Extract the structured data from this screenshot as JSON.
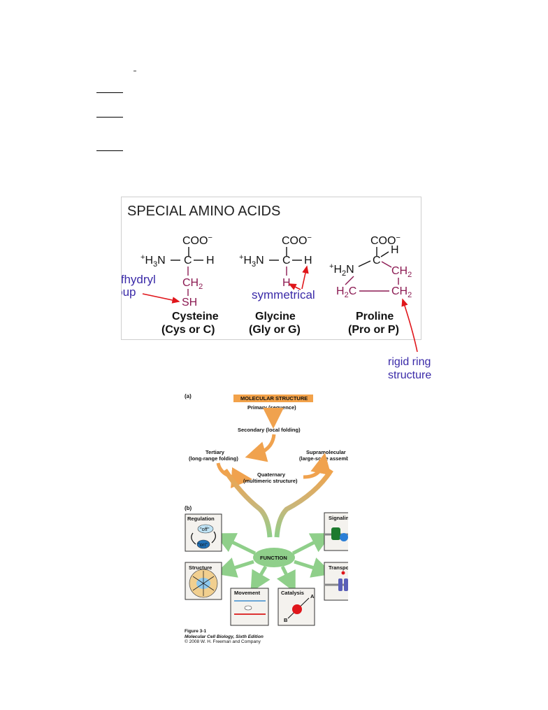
{
  "special_amino_acids": {
    "title": "SPECIAL AMINO ACIDS",
    "carboxylate": "COO",
    "amine_plus": "+",
    "amine": "H",
    "amine_n": "N",
    "alpha_c": "C",
    "h": "H",
    "cysteine": {
      "side_ch2": "CH",
      "side_sh": "SH",
      "name": "Cysteine",
      "abbrev": "(Cys or C)"
    },
    "glycine": {
      "side_h": "H",
      "name": "Glycine",
      "abbrev": "(Gly or G)"
    },
    "proline": {
      "name": "Proline",
      "abbrev": "(Pro or P)",
      "h2c": "H",
      "ch2": "CH",
      "plus_h2n": "H"
    },
    "annotations": {
      "sulfhydryl_line1": "sulfhydryl",
      "sulfhydryl_line2": "group",
      "symmetrical": "symmetrical",
      "rigid_line1": "rigid ring",
      "rigid_line2": "structure"
    },
    "colors": {
      "side_chain": "#8b1a52",
      "annotation": "#3a2aa8",
      "arrow": "#e0161b"
    }
  },
  "figure": {
    "part_a": "(a)",
    "part_b": "(b)",
    "molecular_structure": "MOLECULAR STRUCTURE",
    "primary": "Primary (sequence)",
    "secondary": "Secondary (local folding)",
    "tertiary_1": "Tertiary",
    "tertiary_2": "(long-range folding)",
    "supramolecular_1": "Supramolecular",
    "supramolecular_2": "(large-scale assembly)",
    "quaternary_1": "Quaternary",
    "quaternary_2": "(multimeric structure)",
    "function": "FUNCTION",
    "regulation": "Regulation",
    "off": "\"off\"",
    "on": "\"on\"",
    "signaling": "Signaling",
    "structure": "Structure",
    "transport": "Transport",
    "movement": "Movement",
    "catalysis": "Catalysis",
    "cat_a": "A",
    "cat_b": "B",
    "caption_1": "Figure 3-1",
    "caption_2": "Molecular Cell Biology, Sixth Edition",
    "caption_3": "© 2008 W. H. Freeman and Company",
    "colors": {
      "header": "#f2a24a",
      "arrow": "#f0a24e",
      "function": "#8fcf8a"
    }
  }
}
